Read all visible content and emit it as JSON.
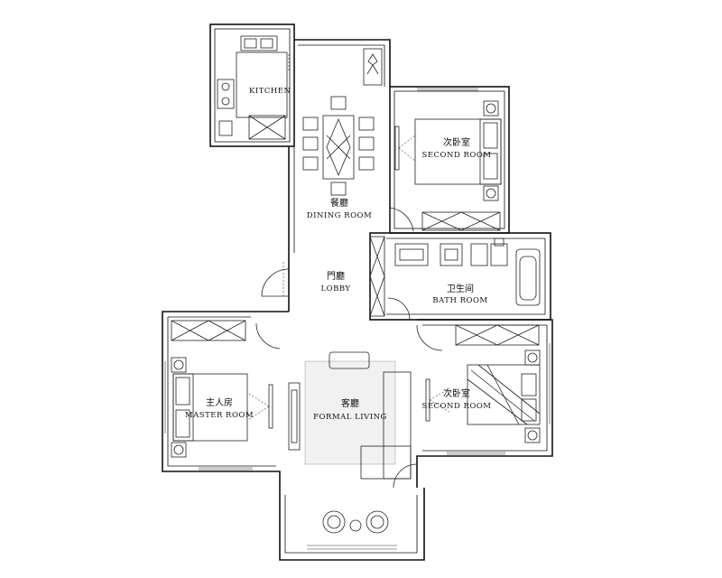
{
  "rooms": {
    "kitchen": {
      "en": "KITCHEN"
    },
    "dining": {
      "cn": "餐廳",
      "en": "DINING ROOM"
    },
    "lobby": {
      "cn": "門廳",
      "en": "LOBBY"
    },
    "second_room_a": {
      "cn": "次卧室",
      "en": "SECOND ROOM"
    },
    "bath": {
      "cn": "卫生间",
      "en": "BATH ROOM"
    },
    "master": {
      "cn": "主人房",
      "en": "MASTER ROOM"
    },
    "living": {
      "cn": "客廳",
      "en": "FORMAL LIVING"
    },
    "second_room_b": {
      "cn": "次卧室",
      "en": "SECOND ROOM"
    }
  }
}
